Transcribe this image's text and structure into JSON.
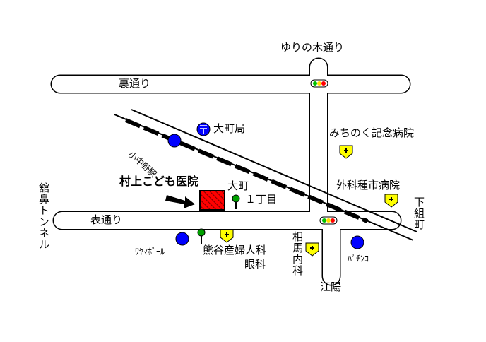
{
  "map": {
    "roads": {
      "ura_dori": "裏通り",
      "omote_dori": "表通り",
      "yuri_no_ki_dori": "ゆりの木通り"
    },
    "places": {
      "clinic": "村上こども医院",
      "omachi_1": "大町",
      "omachi_2": "１丁目",
      "post_office": "大町局",
      "michinoku_hospital": "みちのく記念病院",
      "geka_tane_hospital": "外科種市病院",
      "shimokumi_cho": "下組町",
      "tate_hana_tunnel": "舘鼻トンネル",
      "waya_bowl": "ﾜﾔﾏﾎﾞｰﾙ",
      "kumagai_1": "熊谷産婦人科",
      "kumagai_2": "眼科",
      "soma_naika": "相馬内科",
      "eyo": "江陽",
      "pachinko": "ﾊﾟﾁﾝｺ",
      "kominato_line": "小中野駅"
    },
    "icons": {
      "post_office_icon": "post-office-icon",
      "hospital_icon": "hospital-cross-icon",
      "landmark_icon": "blue-circle-icon",
      "tree_icon": "tree-icon",
      "traffic_light_icon": "traffic-light-icon"
    },
    "colors": {
      "clinic_fill": "#ff0000",
      "landmark_blue": "#0000ff",
      "hospital_yellow": "#ffff00",
      "tree_green": "#00a000",
      "light_red": "#ff0000",
      "light_yellow": "#ffdd00",
      "light_green": "#00c000"
    }
  }
}
